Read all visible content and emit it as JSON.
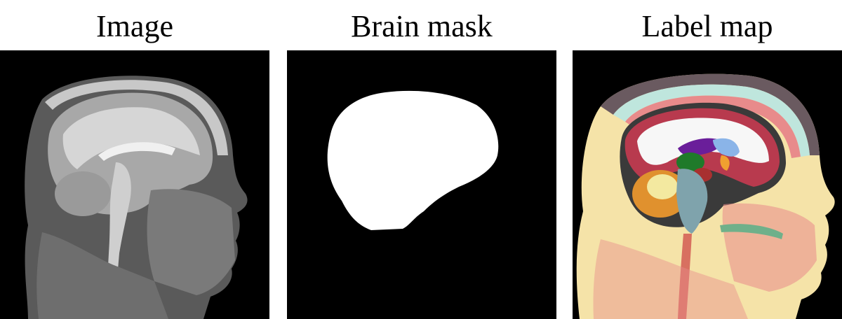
{
  "panels": [
    {
      "title": "Image"
    },
    {
      "title": "Brain mask"
    },
    {
      "title": "Label map"
    }
  ],
  "colors": {
    "background": "#000000",
    "mask": "#ffffff",
    "skin": "#f5e3a8",
    "skin_pink": "#e88b8b",
    "skin_cyan": "#bfe6dd",
    "outer_gray": "#6a5a60",
    "white_matter": "#f7f7f7",
    "cortex": "#b83a4e",
    "cerebellum": "#e0912e",
    "cerebellum_inner": "#f3e9a0",
    "brainstem": "#7fa3ac",
    "thalamus": "#1f7a2a",
    "ventricle": "#6a1e9a",
    "caudate": "#8ab4e8",
    "putamen": "#f0a030",
    "midbrain": "#a83030",
    "csf": "#3a3a3a",
    "spinal_cord": "#d87060",
    "accent_green": "#6fb08a"
  }
}
